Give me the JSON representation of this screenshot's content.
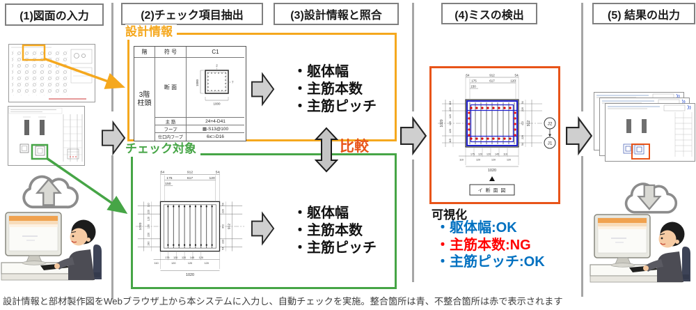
{
  "steps": [
    "(1)図面の入力",
    "(2)チェック項目抽出",
    "(3)設計情報と照合",
    "(4)ミスの検出",
    "(5) 結果の出力"
  ],
  "design_info": {
    "legend": "設計情報",
    "table": {
      "floor_header": "階",
      "symbol_header": "符 号",
      "symbol_value": "C1",
      "floor_line1": "3階",
      "floor_line2": "柱頭",
      "section_label": "断 面",
      "sec_top": "2",
      "sec_right": "7",
      "sec_left": "1000",
      "sec_bottom": "1000",
      "rows": [
        {
          "label": "主 筋",
          "value": "24+4-D41"
        },
        {
          "label": "フープ",
          "value": "▦-S13@100"
        },
        {
          "label": "仕口内フープ",
          "value": "6x□-D16"
        }
      ]
    },
    "check_items": [
      "・躯体幅",
      "・主筋本数",
      "・主筋ピッチ"
    ]
  },
  "check_target": {
    "legend": "チェック対象",
    "check_items": [
      "・躯体幅",
      "・主筋本数",
      "・主筋ピッチ"
    ],
    "drawing": {
      "top": [
        "54",
        "912",
        "54"
      ],
      "top2": [
        "175",
        "617",
        "120"
      ],
      "top3": "150",
      "left_total": "1020",
      "left": [
        "110",
        "220",
        "120",
        "120",
        "220",
        "190"
      ],
      "right": [
        "54",
        "220",
        "472",
        "220",
        "54"
      ],
      "right_total": "912",
      "bottom": [
        "175",
        "120",
        "120",
        "145",
        "120"
      ],
      "bottom2": [
        "110",
        "120",
        "120",
        "120"
      ],
      "bottom_total": "1020"
    }
  },
  "compare": {
    "label": "比較"
  },
  "detection": {
    "visualization_title": "可視化",
    "results": [
      {
        "text": "・躯体幅:OK",
        "status": "ok"
      },
      {
        "text": "・主筋本数:NG",
        "status": "ng"
      },
      {
        "text": "・主筋ピッチ:OK",
        "status": "ok"
      }
    ],
    "drawing": {
      "top": [
        "54",
        "912",
        "54"
      ],
      "top2": [
        "175",
        "617",
        "120"
      ],
      "top3": "150",
      "left_total": "1020",
      "left": [
        "110",
        "220",
        "120",
        "120",
        "220",
        "115"
      ],
      "right": [
        "54",
        "220",
        "472",
        "220",
        "54"
      ],
      "right_total": "912",
      "bottom": [
        "175",
        "120",
        "120",
        "145",
        "110"
      ],
      "bottom2": [
        "110",
        "120",
        "120",
        "120"
      ],
      "bottom_total": "1020",
      "marker_top": "J2",
      "marker_bottom": "J1",
      "caption": "イ 断 面 図"
    }
  },
  "caption": "設計情報と部材製作図をWebブラウザ上から本システムに入力し、自動チェックを実施。整合箇所は青、不整合箇所は赤で表示されます",
  "colors": {
    "design_accent": "#F5A81E",
    "target_accent": "#46A546",
    "alert_accent": "#E85419",
    "ok": "#0070C0",
    "ng": "#FF0000",
    "annotation_blue": "#2020CC",
    "annotation_red": "#E00000"
  }
}
